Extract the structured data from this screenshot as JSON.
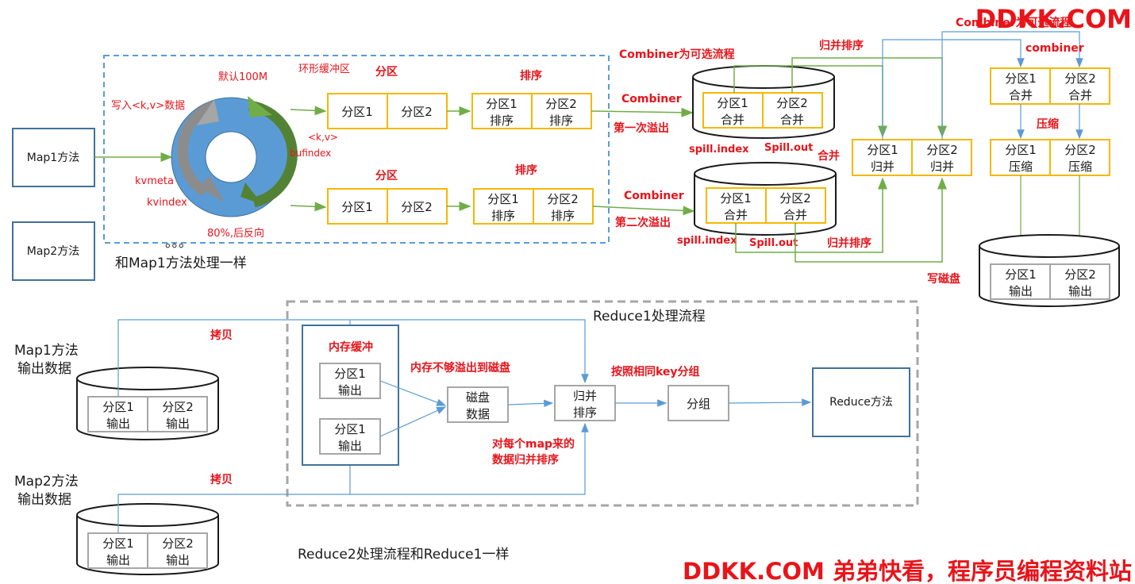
{
  "watermark": {
    "top": "DDKK.COM",
    "bottom": "DDKK.COM 弟弟快看，程序员编程资料站"
  },
  "map_side": {
    "map1": "Map1方法",
    "map2": "Map2方法",
    "map2_note": "和Map1方法处理一样",
    "ellipsis": "。。。",
    "ring_buffer": "环形缓冲区",
    "default_size": "默认100M",
    "write_kv": "写入<k,v>数据",
    "kv": "<k,v>",
    "bufindex": "bufindex",
    "kvmeta": "kvmeta",
    "kvindex": "kvindex",
    "reverse": "80%,后反向",
    "partition_label": "分区",
    "sort_label": "排序",
    "p1": "分区1",
    "p2": "分区2",
    "p1_sort": [
      "分区1",
      "排序"
    ],
    "p2_sort": [
      "分区2",
      "排序"
    ],
    "combiner_optional": "Combiner为可选流程",
    "combiner": "Combiner",
    "first_spill": "第一次溢出",
    "second_spill": "第二次溢出",
    "spill_index": "spill.index",
    "spill_out": "Spill.out",
    "merge": "合并",
    "p1_merge": [
      "分区1",
      "合并"
    ],
    "p2_merge": [
      "分区2",
      "合并"
    ],
    "merge_sort": "归并排序",
    "p1_guibing": [
      "分区1",
      "归并"
    ],
    "p2_guibing": [
      "分区2",
      "归并"
    ],
    "combiner_top": "Combiner为可选流程",
    "combiner_lower": "combiner",
    "compress": "压缩",
    "p1_compress": [
      "分区1",
      "压缩"
    ],
    "p2_compress": [
      "分区2",
      "压缩"
    ],
    "write_disk": "写磁盘",
    "p1_output": [
      "分区1",
      "输出"
    ],
    "p2_output": [
      "分区2",
      "输出"
    ]
  },
  "reduce_side": {
    "title": "Reduce1处理流程",
    "map1_output": [
      "Map1方法",
      "输出数据"
    ],
    "map2_output": [
      "Map2方法",
      "输出数据"
    ],
    "copy": "拷贝",
    "mem_buffer": "内存缓冲",
    "p1_output": [
      "分区1",
      "输出"
    ],
    "p2_output": [
      "分区2",
      "输出"
    ],
    "mem_overflow": "内存不够溢出到磁盘",
    "disk_data": [
      "磁盘",
      "数据"
    ],
    "merge_sort": [
      "归并",
      "排序"
    ],
    "per_map": [
      "对每个map来的",
      "数据归并排序"
    ],
    "group_by_key": "按照相同key分组",
    "group": "分组",
    "reduce_method": "Reduce方法",
    "reduce2_note": "Reduce2处理流程和Reduce1一样"
  },
  "colors": {
    "red": "#e8141a",
    "yellow": "#f5b800",
    "blue": "#5b9bd5",
    "green": "#70ad47",
    "ring": "#5b9bd5",
    "dashed_gray": "#a6a6a6",
    "box_blue": "#41719c"
  }
}
